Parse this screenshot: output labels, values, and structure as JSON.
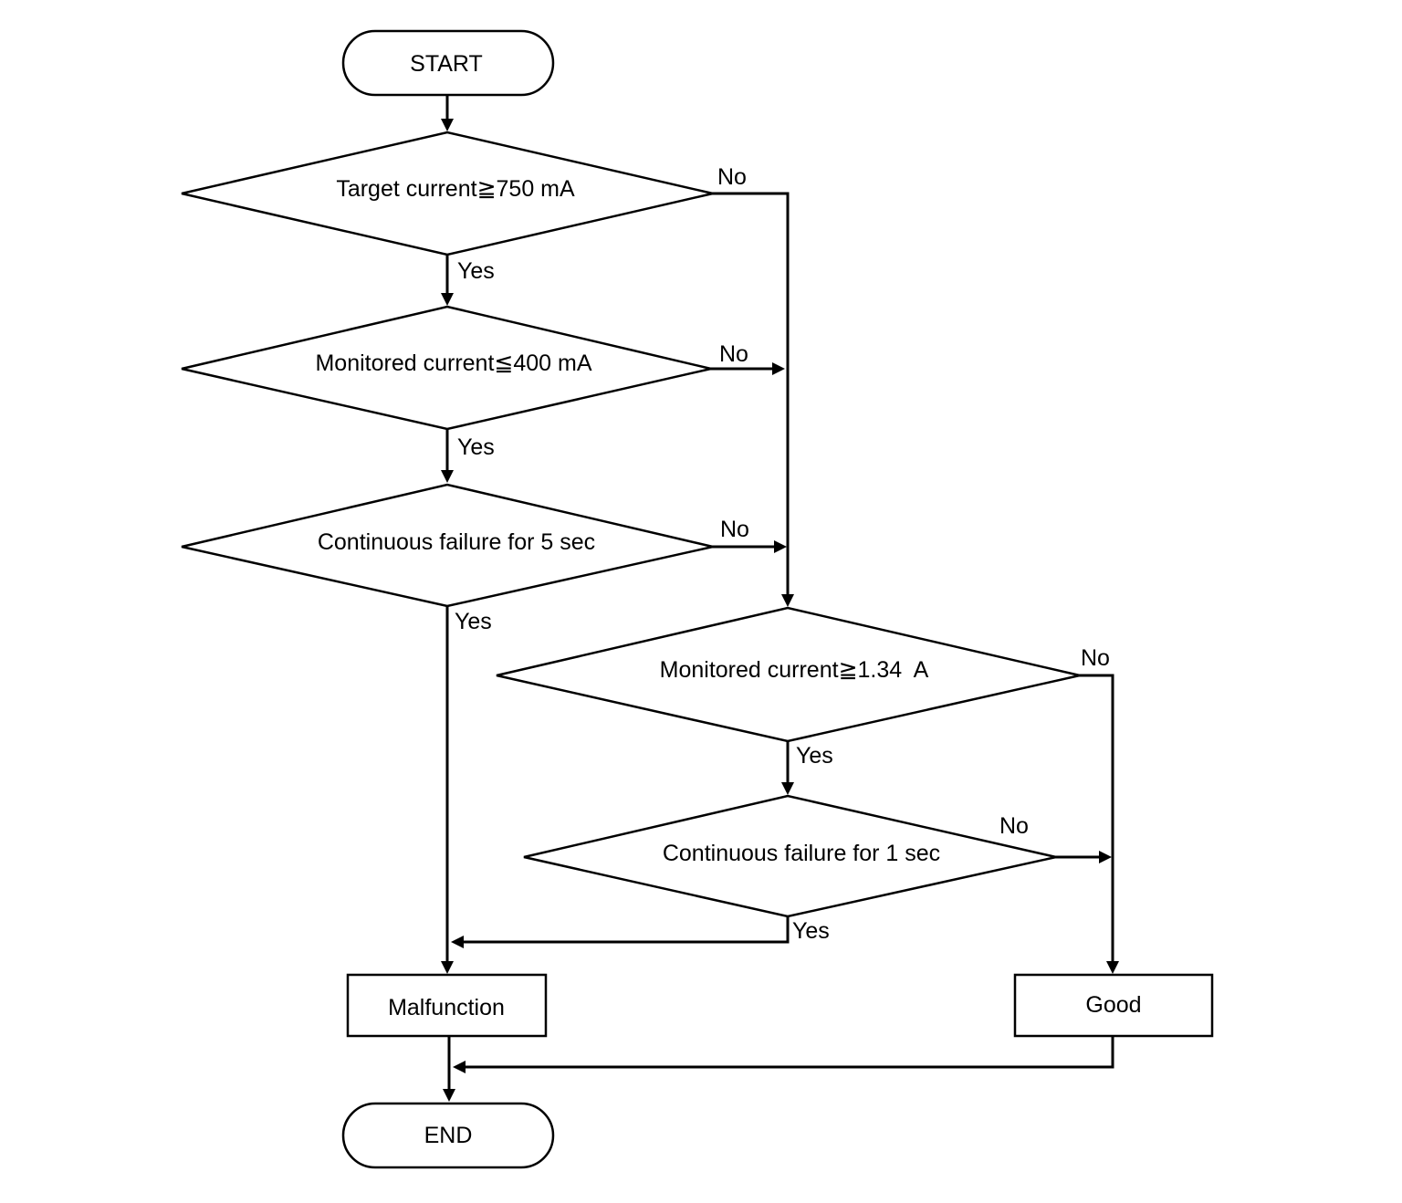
{
  "diagram": {
    "start": "START",
    "end": "END",
    "decisions": {
      "target_current": "Target current≧750 mA",
      "monitored_low": "Monitored current≦400 mA",
      "failure_5sec": "Continuous failure for 5 sec",
      "monitored_high": "Monitored current≧1.34  A",
      "failure_1sec": "Continuous failure for 1 sec"
    },
    "outcomes": {
      "malfunction": "Malfunction",
      "good": "Good"
    },
    "labels": {
      "yes": "Yes",
      "no": "No"
    }
  },
  "colors": {
    "line": "#000000",
    "background": "#ffffff"
  }
}
